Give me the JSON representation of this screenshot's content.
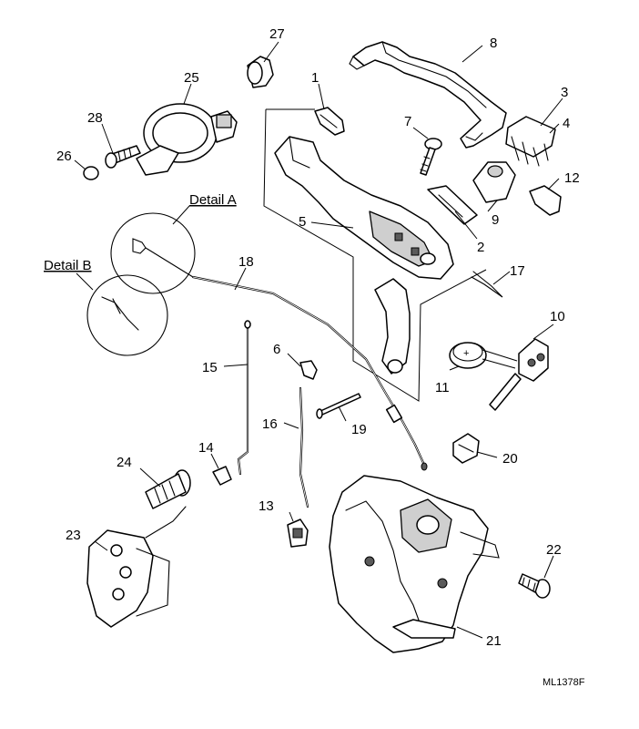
{
  "figure_ref": "ML1378F",
  "detail_labels": [
    "Detail A",
    "Detail B"
  ],
  "callouts": [
    "1",
    "2",
    "3",
    "4",
    "5",
    "6",
    "7",
    "8",
    "9",
    "10",
    "11",
    "12",
    "13",
    "14",
    "15",
    "16",
    "17",
    "18",
    "19",
    "20",
    "21",
    "22",
    "23",
    "24",
    "25",
    "26",
    "27",
    "28"
  ]
}
